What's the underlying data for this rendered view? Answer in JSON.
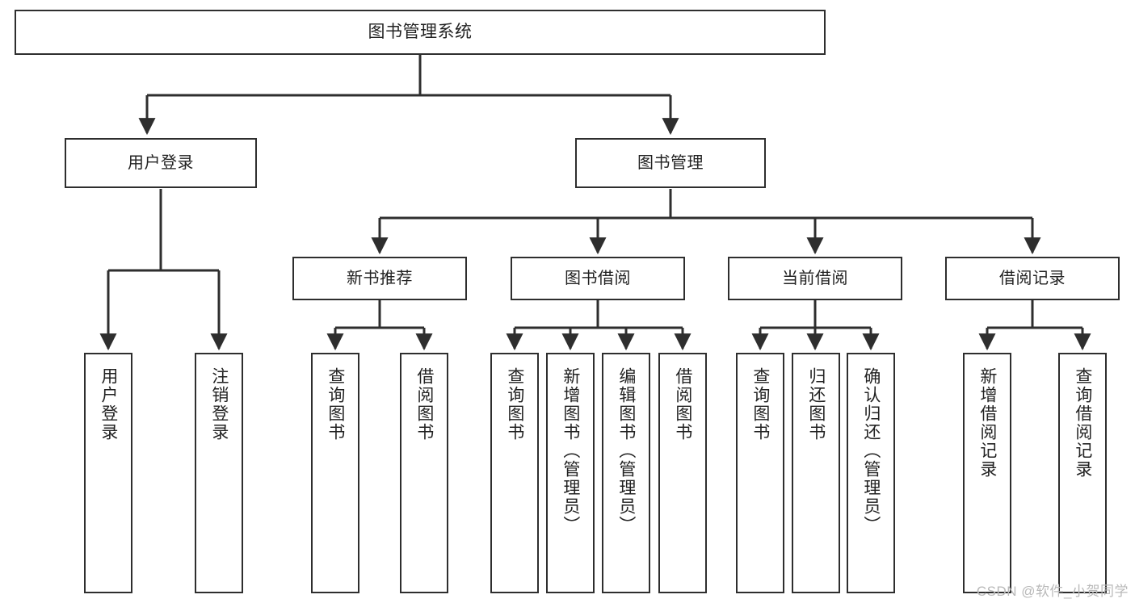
{
  "diagram": {
    "type": "tree",
    "title": "图书管理系统",
    "root": {
      "id": "root",
      "label": "图书管理系统"
    },
    "level2": [
      {
        "id": "user-login",
        "label": "用户登录"
      },
      {
        "id": "book-manage",
        "label": "图书管理"
      }
    ],
    "level3": [
      {
        "id": "new-book-rec",
        "label": "新书推荐"
      },
      {
        "id": "book-borrow",
        "label": "图书借阅"
      },
      {
        "id": "current-borrow",
        "label": "当前借阅"
      },
      {
        "id": "borrow-record",
        "label": "借阅记录"
      }
    ],
    "leaves": [
      {
        "id": "leaf-user-login",
        "label": "用户登录",
        "parent": "user-login"
      },
      {
        "id": "leaf-user-logout",
        "label": "注销登录",
        "parent": "user-login"
      },
      {
        "id": "leaf-query-book-1",
        "label": "查询图书",
        "parent": "new-book-rec"
      },
      {
        "id": "leaf-borrow-book-1",
        "label": "借阅图书",
        "parent": "new-book-rec"
      },
      {
        "id": "leaf-query-book-2",
        "label": "查询图书",
        "parent": "book-borrow"
      },
      {
        "id": "leaf-add-book",
        "label": "新增图书（管理员）",
        "parent": "book-borrow"
      },
      {
        "id": "leaf-edit-book",
        "label": "编辑图书（管理员）",
        "parent": "book-borrow"
      },
      {
        "id": "leaf-borrow-book-2",
        "label": "借阅图书",
        "parent": "book-borrow"
      },
      {
        "id": "leaf-query-book-3",
        "label": "查询图书",
        "parent": "current-borrow"
      },
      {
        "id": "leaf-return-book",
        "label": "归还图书",
        "parent": "current-borrow"
      },
      {
        "id": "leaf-confirm-return",
        "label": "确认归还（管理员）",
        "parent": "current-borrow"
      },
      {
        "id": "leaf-add-record",
        "label": "新增借阅记录",
        "parent": "borrow-record"
      },
      {
        "id": "leaf-query-record",
        "label": "查询借阅记录",
        "parent": "borrow-record"
      }
    ],
    "colors": {
      "stroke": "#2e2e2e",
      "fill": "#ffffff",
      "text": "#222222",
      "watermark": "#b9b9b9"
    }
  },
  "watermark": {
    "text": "CSDN @软件_小贺同学"
  }
}
